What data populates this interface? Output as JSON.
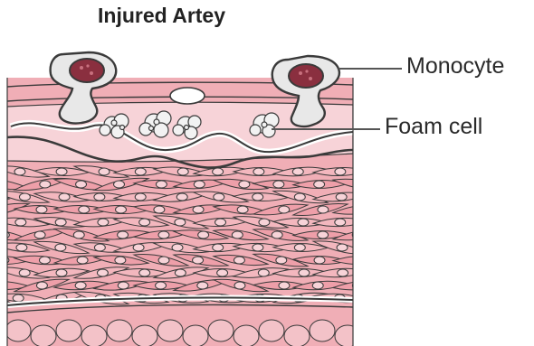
{
  "diagram": {
    "title": "Injured Artey",
    "labels": {
      "monocyte": "Monocyte",
      "foam_cell": "Foam cell"
    }
  },
  "colors": {
    "tissue_pink": "#f0aeb6",
    "tissue_light": "#f7d3d8",
    "cell_outline": "#3a3a3a",
    "monocyte_body": "#e8e8e8",
    "nucleus": "#8a2f3f",
    "background": "#ffffff"
  },
  "icons": {
    "monocyte": "monocyte-cell-icon",
    "foam_cell": "foam-cell-cluster-icon"
  }
}
